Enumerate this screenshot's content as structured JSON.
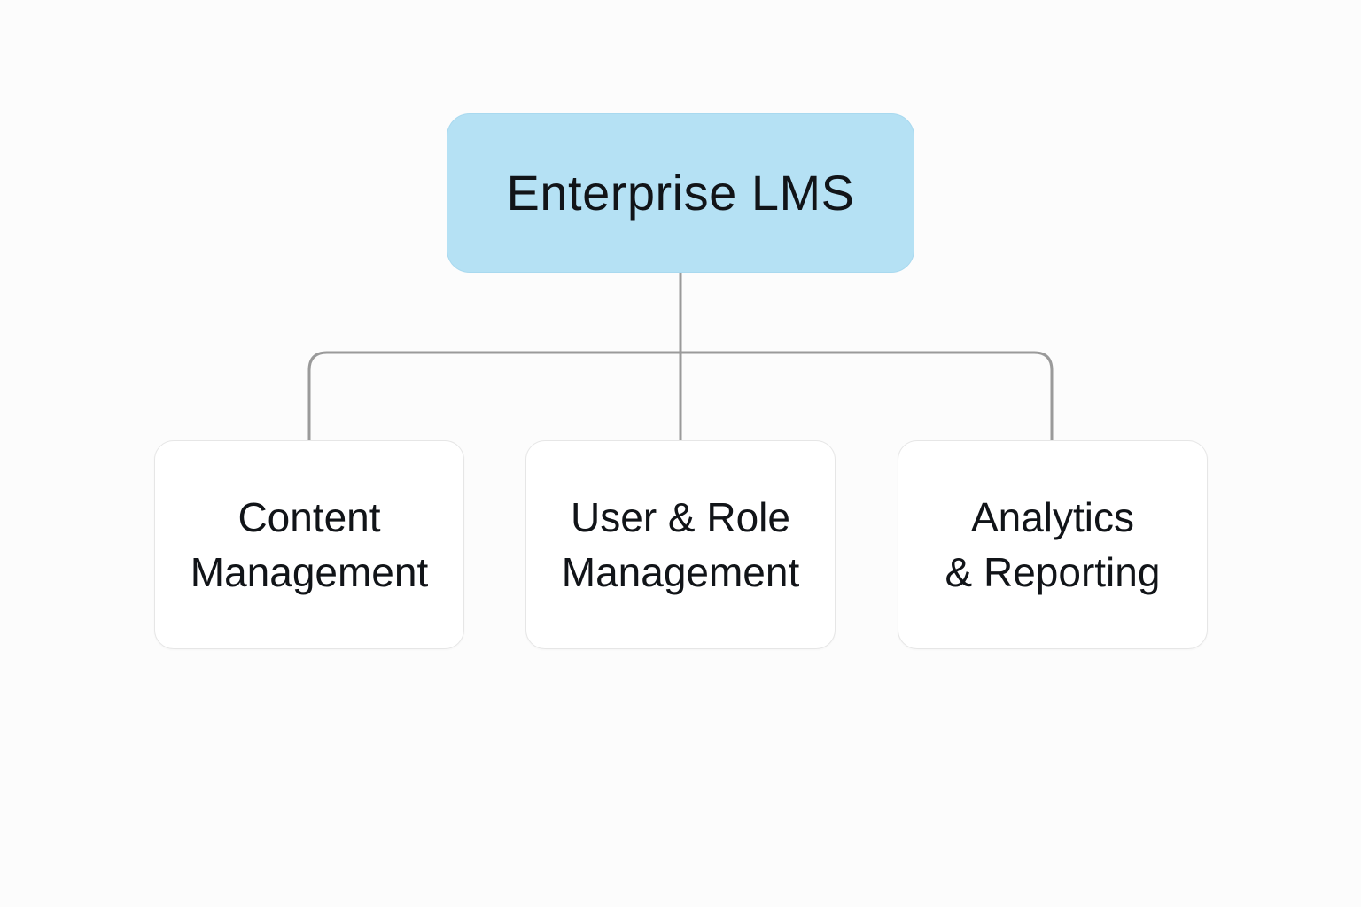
{
  "diagram": {
    "root": {
      "label": "Enterprise LMS"
    },
    "children": [
      {
        "label": "Content\nManagement"
      },
      {
        "label": "User & Role\nManagement"
      },
      {
        "label": "Analytics\n& Reporting"
      }
    ]
  },
  "colors": {
    "background": "#fcfcfc",
    "root_fill": "#b5e1f4",
    "child_fill": "#ffffff",
    "child_border": "#e6e6e6",
    "connector": "#9a9a9a",
    "text": "#111418"
  }
}
